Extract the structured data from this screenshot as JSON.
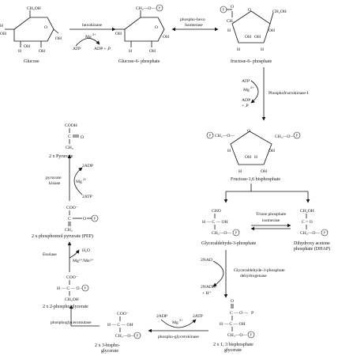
{
  "metabolites": {
    "glucose": "Glucose",
    "g6p": "Glucose-6- phosphate",
    "f6p": "fructose-6- phosphate",
    "f16bp": "Fructose-1,6 bisphosphate",
    "g3p": "Glyceraldehyde-3-phosphate",
    "dhap_1": "Dihydroxy acetone",
    "dhap_2": "phosphate (DHAP)",
    "bpg13_1": "2 x 1, 3 bisphosphate",
    "bpg13_2": "glycerate",
    "pg3_1": "2 x 3-bispho-",
    "pg3_2": "glycerate",
    "pg2": "2 x 2-phospho glycerate",
    "pep": "2 x phosphoenol pyruvate (PEP)",
    "pyruvate": "2 x Pyruvate"
  },
  "enzymes": {
    "hexokinase": "hexokinase",
    "phi_1": "phospho-hexo",
    "phi_2": "Isomerase",
    "pfk": "Phosphofructokinase-I",
    "tpi_1": "Triose phosphate",
    "tpi_2": "isomerase",
    "gapdh_1": "Glyceraldehyde-3-phosphate",
    "gapdh_2": "dehydrogenase",
    "pgk": "phospho-glycerokinase",
    "pgm": "phosphoglyceromutase",
    "enolase": "Enolase",
    "pk_1": "pyruvate",
    "pk_2": "kinase"
  },
  "cofactors": {
    "atp": "ATP",
    "mg": "Mg",
    "mg_sup": "2+",
    "adp_p": "ADP + ᵢP",
    "adp": "ADP",
    "pi": "+ ᵢP",
    "nad": "2NAD",
    "nadh": "2NADH",
    "h_plus": "+ H⁺",
    "adp2": "2ADP",
    "atp2": "2ATP",
    "h2o": "H₂O",
    "mg_mn": "Mg²⁺/Mn²⁺"
  },
  "atoms": {
    "ch2oh": "CH₂OH",
    "ch2": "CH₂",
    "ch2_o": "CH₂—O—",
    "oh": "OH",
    "h": "H",
    "o": "O",
    "c": "C",
    "p": "P",
    "cooh": "COOH",
    "coo": "COO⁻",
    "cho": "CHO",
    "ch3": "CH₃",
    "c_o": "C = O",
    "c_o_p": "C — O —",
    "h_c_oh": "H — C — OH",
    "h_c_o": "H — C — O —",
    "ch2_pl": "CH₂",
    "c_dbl_o": "C",
    "ch2oh_l": "CH₂OH"
  }
}
